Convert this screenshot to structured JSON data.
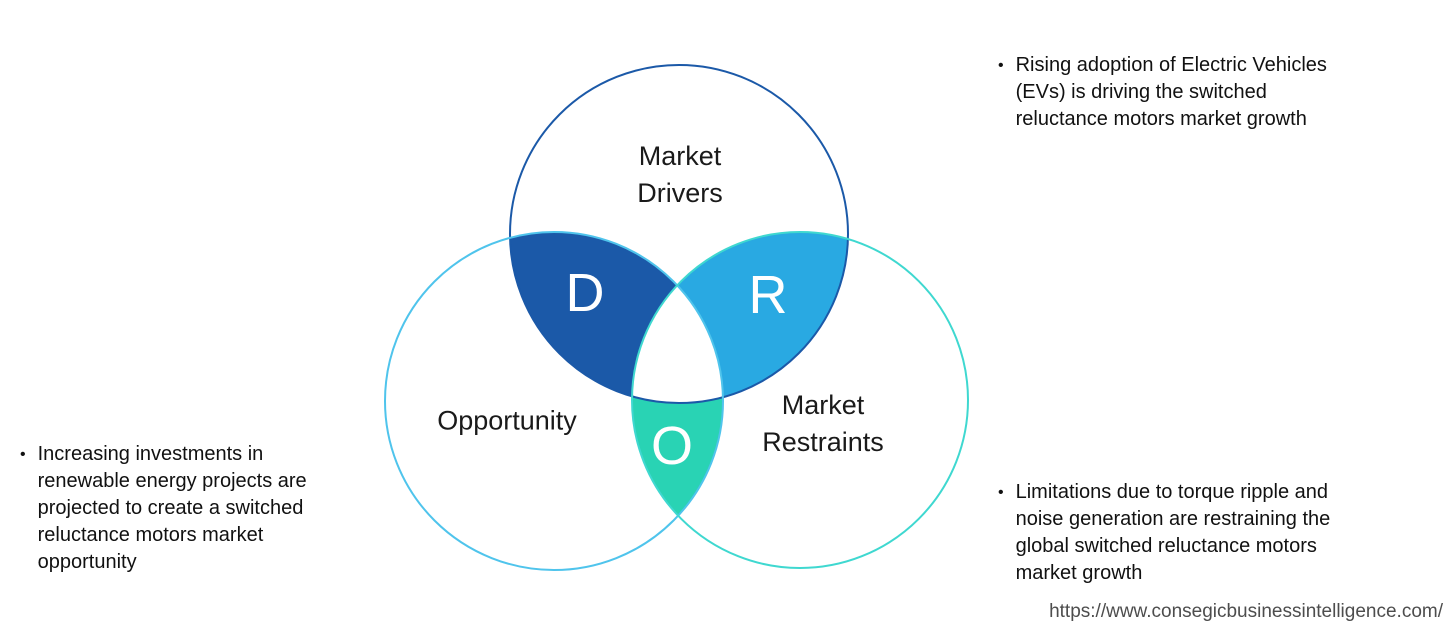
{
  "venn": {
    "drivers_circle": {
      "label": "Market\nDrivers",
      "stroke": "#1B59A8"
    },
    "opportunity_circle": {
      "label": "Opportunity",
      "stroke": "#4FC4EC"
    },
    "restraints_circle": {
      "label": "Market\nRestraints",
      "stroke": "#3FD8D0"
    },
    "regions": {
      "d": {
        "letter": "D",
        "fill": "#1B59A8"
      },
      "r": {
        "letter": "R",
        "fill": "#29A9E2"
      },
      "o": {
        "letter": "O",
        "fill": "#29D3B4"
      }
    }
  },
  "notes": {
    "driver": {
      "bullet": "•",
      "text": "Rising adoption of Electric Vehicles\n(EVs) is driving the switched\nreluctance motors market growth"
    },
    "opportunity": {
      "bullet": "•",
      "text": "Increasing investments in\nrenewable energy projects are\nprojected to create a switched\nreluctance motors market\nopportunity"
    },
    "restraint": {
      "bullet": "•",
      "text": "Limitations due to torque ripple and\nnoise generation are restraining the\nglobal switched reluctance motors\nmarket growth"
    }
  },
  "footer": {
    "source_url": "https://www.consegicbusinessintelligence.com/"
  }
}
